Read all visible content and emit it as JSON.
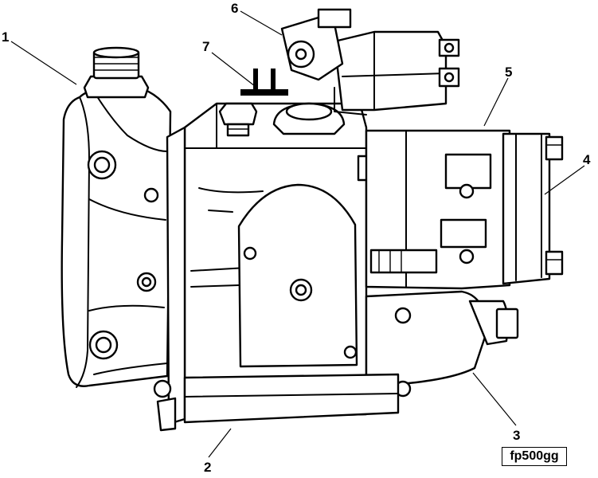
{
  "figure": {
    "figure_id": "fp500gg",
    "callouts": [
      {
        "number": "1"
      },
      {
        "number": "2"
      },
      {
        "number": "3"
      },
      {
        "number": "4"
      },
      {
        "number": "5"
      },
      {
        "number": "6"
      },
      {
        "number": "7"
      }
    ]
  }
}
